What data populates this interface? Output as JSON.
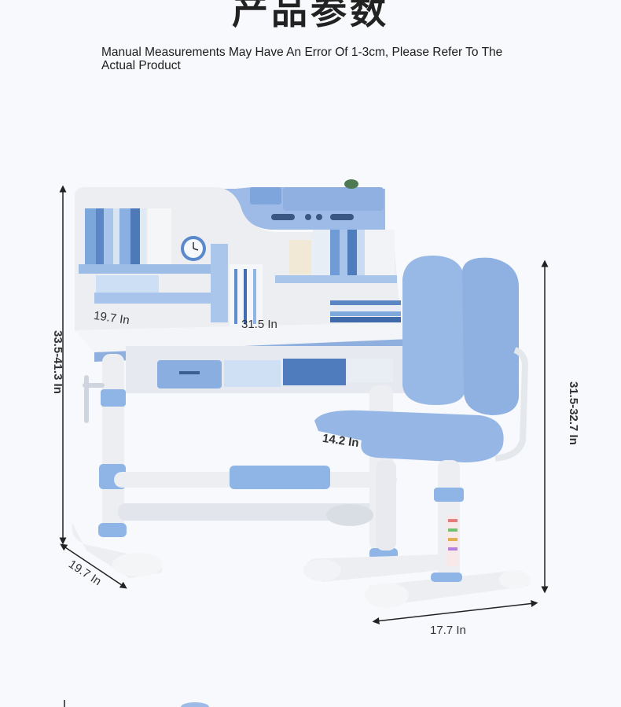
{
  "header": {
    "title": "产品参数",
    "note": "Manual Measurements May Have An Error Of 1-3cm, Please Refer To The Actual Product"
  },
  "dimensions": {
    "desk_height": "33.5-41.3 In",
    "desk_width": "31.5 In",
    "desk_depth_top": "19.7 In",
    "desk_depth_base": "19.7 In",
    "chair_height": "31.5-32.7 In",
    "seat_width": "14.2 In",
    "chair_base_width": "17.7 In"
  },
  "colors": {
    "accent_blue": "#8fb4e6",
    "dark_blue": "#5f8fd0",
    "white_panel": "#eef0f4",
    "frame": "#e3e6ec"
  }
}
